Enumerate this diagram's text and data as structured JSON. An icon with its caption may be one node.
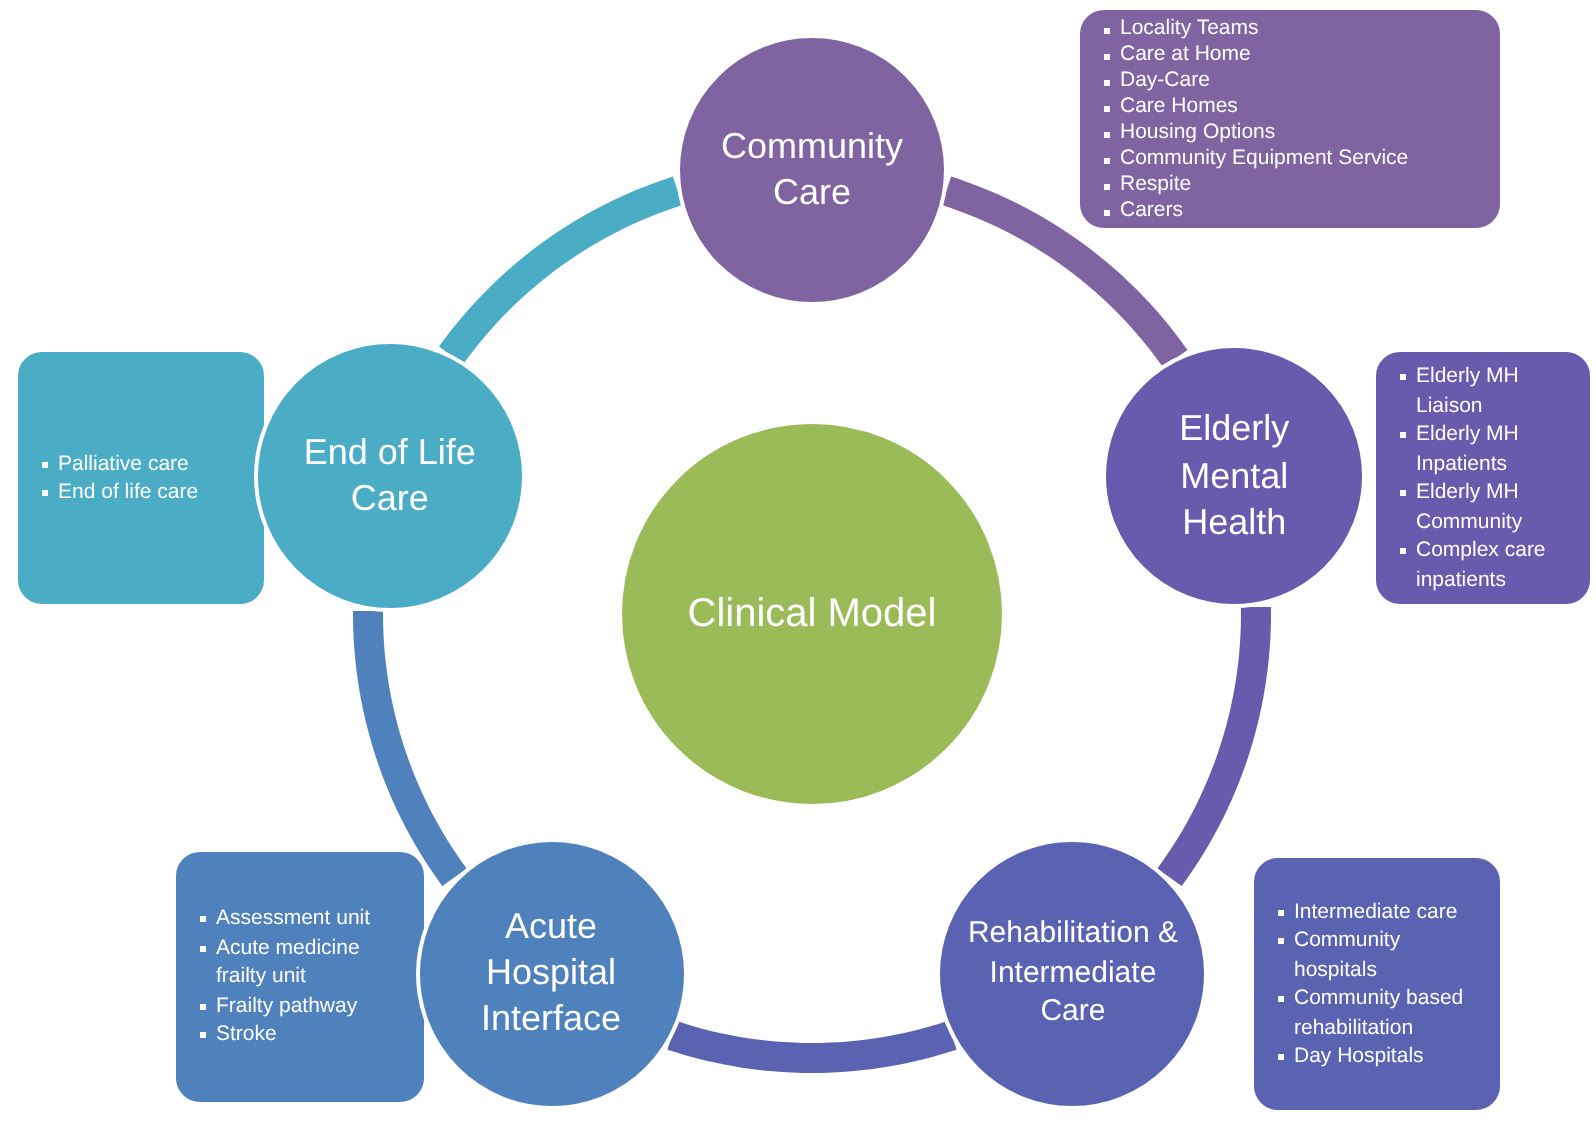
{
  "diagram": {
    "nodes": [
      {
        "text": [
          "Clinical Model"
        ]
      },
      {
        "text": [
          "Community Care"
        ]
      },
      {
        "text": [
          "Locality Teams",
          "Care at Home",
          "Day-Care",
          "Care Homes",
          "Housing Options",
          "Community Equipment Service",
          "Respite",
          "Carers"
        ]
      },
      {
        "text": [
          "Elderly Mental Health"
        ]
      },
      {
        "text": [
          "Elderly MH Liaison",
          "Elderly MH Inpatients",
          "Elderly MH Community",
          "Complex care inpatients"
        ]
      },
      {
        "text": [
          "Rehabilitation & Intermediate Care"
        ]
      },
      {
        "text": [
          "Intermediate care",
          "Community hospitals",
          "Community based rehabilitation",
          "Day Hospitals"
        ]
      },
      {
        "text": [
          "Acute Hospital Interface"
        ]
      },
      {
        "text": [
          "Assessment unit",
          "Acute medicine frailty unit",
          "Frailty pathway",
          "Stroke"
        ]
      },
      {
        "text": [
          "End of Life Care"
        ]
      },
      {
        "text": [
          "Palliative care",
          "End of life care"
        ]
      }
    ],
    "edges": [
      {
        "from": 1,
        "to": 3,
        "arrow": "none",
        "color": "#8064a2"
      },
      {
        "from": 3,
        "to": 5,
        "arrow": "none",
        "color": "#6a5aad"
      },
      {
        "from": 5,
        "to": 7,
        "arrow": "none",
        "color": "#5a62b2"
      },
      {
        "from": 7,
        "to": 9,
        "arrow": "none",
        "color": "#4f81bd"
      },
      {
        "from": 9,
        "to": 1,
        "arrow": "none",
        "color": "#4bacc6"
      }
    ]
  }
}
